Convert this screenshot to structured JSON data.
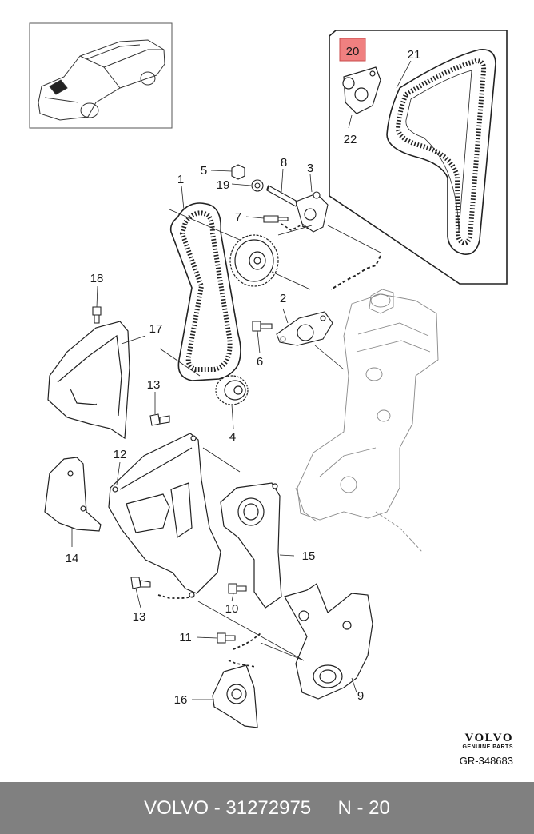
{
  "callouts": {
    "c1": "1",
    "c2": "2",
    "c3": "3",
    "c4": "4",
    "c5": "5",
    "c6": "6",
    "c7": "7",
    "c8": "8",
    "c9": "9",
    "c10": "10",
    "c11": "11",
    "c12": "12",
    "c13a": "13",
    "c13b": "13",
    "c14": "14",
    "c15": "15",
    "c16": "16",
    "c17": "17",
    "c18": "18",
    "c19": "19",
    "c20": "20",
    "c21": "21",
    "c22": "22"
  },
  "highlight_color": "#f08080",
  "brand": {
    "logo": "VOLVO",
    "subtitle": "GENUINE PARTS",
    "code": "GR-348683"
  },
  "footer": {
    "text": "VOLVO - 31272975     N - 20"
  }
}
